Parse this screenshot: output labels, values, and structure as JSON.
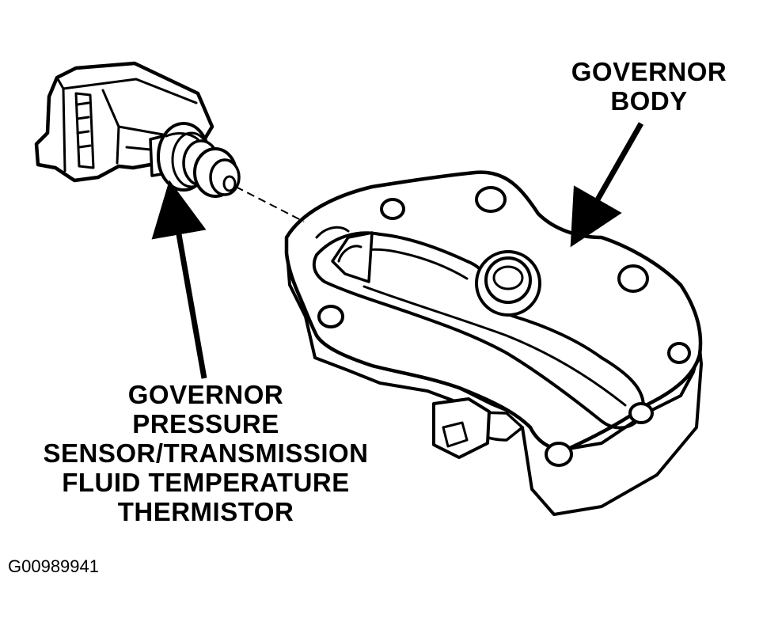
{
  "labels": {
    "governor_body": [
      "GOVERNOR",
      "BODY"
    ],
    "sensor": [
      "GOVERNOR",
      "PRESSURE",
      "SENSOR/TRANSMISSION",
      "FLUID TEMPERATURE",
      "THERMISTOR"
    ]
  },
  "figure_id": "G00989941",
  "colors": {
    "ink": "#000000",
    "paper": "#ffffff"
  }
}
